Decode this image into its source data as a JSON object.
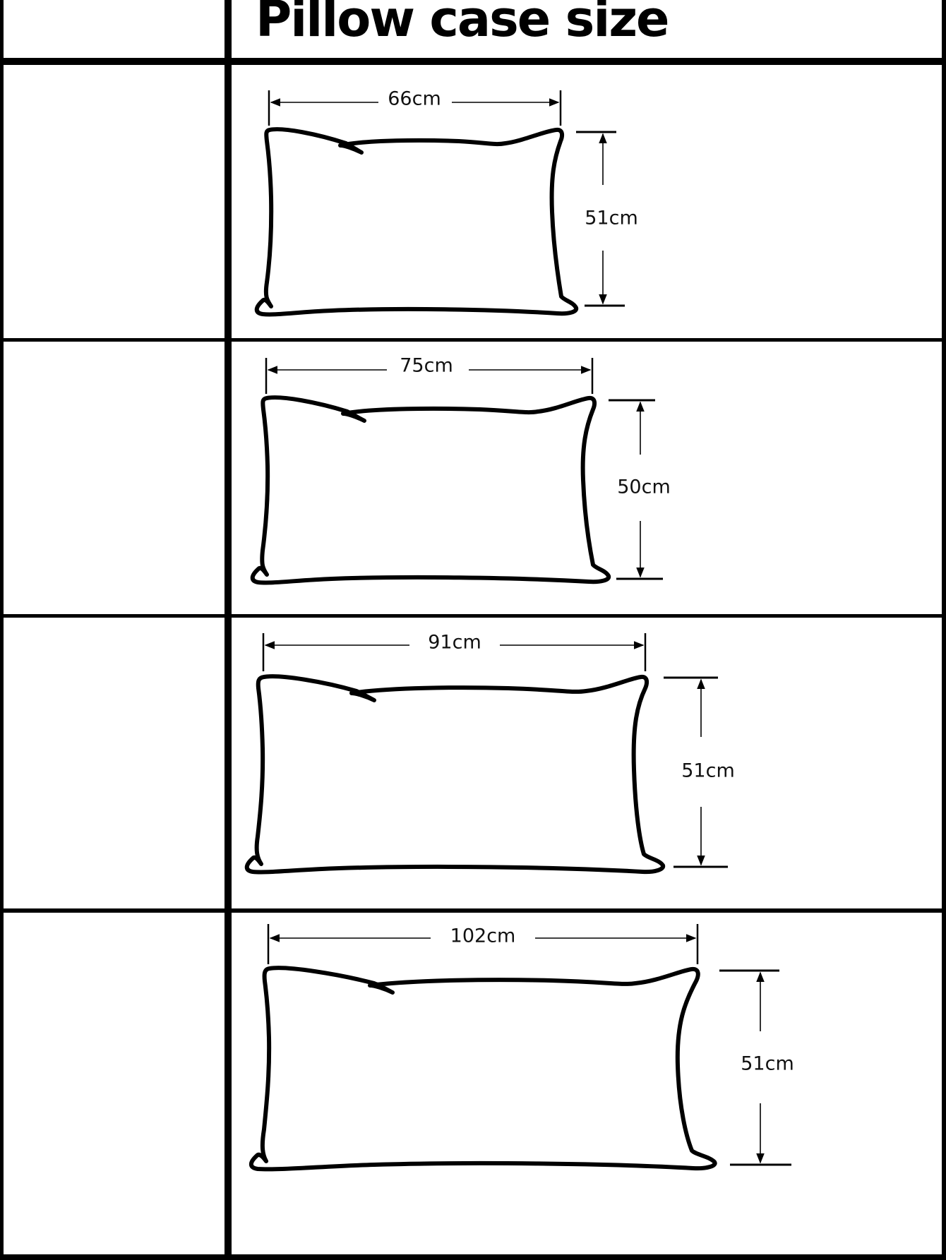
{
  "title": "Pillow case size",
  "colors": {
    "line": "#000000",
    "background": "#ffffff"
  },
  "rows": [
    {
      "label": "",
      "width_label": "66cm",
      "height_label": "51cm"
    },
    {
      "label": "",
      "width_label": "75cm",
      "height_label": "50cm"
    },
    {
      "label": "",
      "width_label": "91cm",
      "height_label": "51cm"
    },
    {
      "label": "",
      "width_label": "102cm",
      "height_label": "51cm"
    }
  ]
}
